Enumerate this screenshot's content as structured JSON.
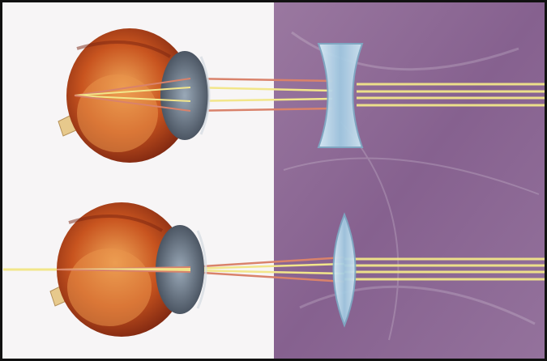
{
  "figure": {
    "colors": {
      "page_background": "#f7f5f6",
      "border": "#111111",
      "purple_panel": "#8a6690",
      "purple_panel_dark": "#6f4f7a",
      "light_ray": "#f2e68a",
      "focus_ray": "#d9826b",
      "eye_tissue": "#b8461f",
      "eye_tissue_light": "#e89a4a",
      "lens_glass": "#b9d7ea",
      "optic_nerve": "#e7c98c"
    },
    "panels": [
      {
        "name": "myopia-correction",
        "lens_type": "concave",
        "icon": "concave-lens-icon"
      },
      {
        "name": "hyperopia-correction",
        "lens_type": "convex",
        "icon": "convex-lens-icon"
      }
    ]
  }
}
